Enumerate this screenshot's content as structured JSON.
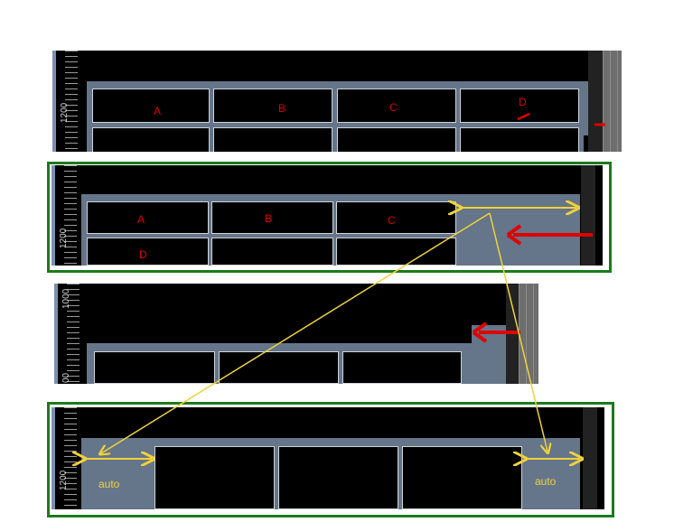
{
  "panel1": {
    "ruler_label": "1200",
    "cells": [
      "A",
      "B",
      "C",
      "D"
    ]
  },
  "panel2": {
    "ruler_label": "1200",
    "cells": [
      "A",
      "B",
      "C",
      "D"
    ]
  },
  "panel3": {
    "ruler_labels": [
      "1000",
      "00"
    ]
  },
  "panel4": {
    "ruler_label": "1200",
    "auto_left": "auto",
    "auto_right": "auto"
  },
  "colors": {
    "highlight_frame": "#1d7a1d",
    "arrow_yellow": "#f0d23a",
    "arrow_red": "#e00000",
    "slab": "#65758a"
  }
}
